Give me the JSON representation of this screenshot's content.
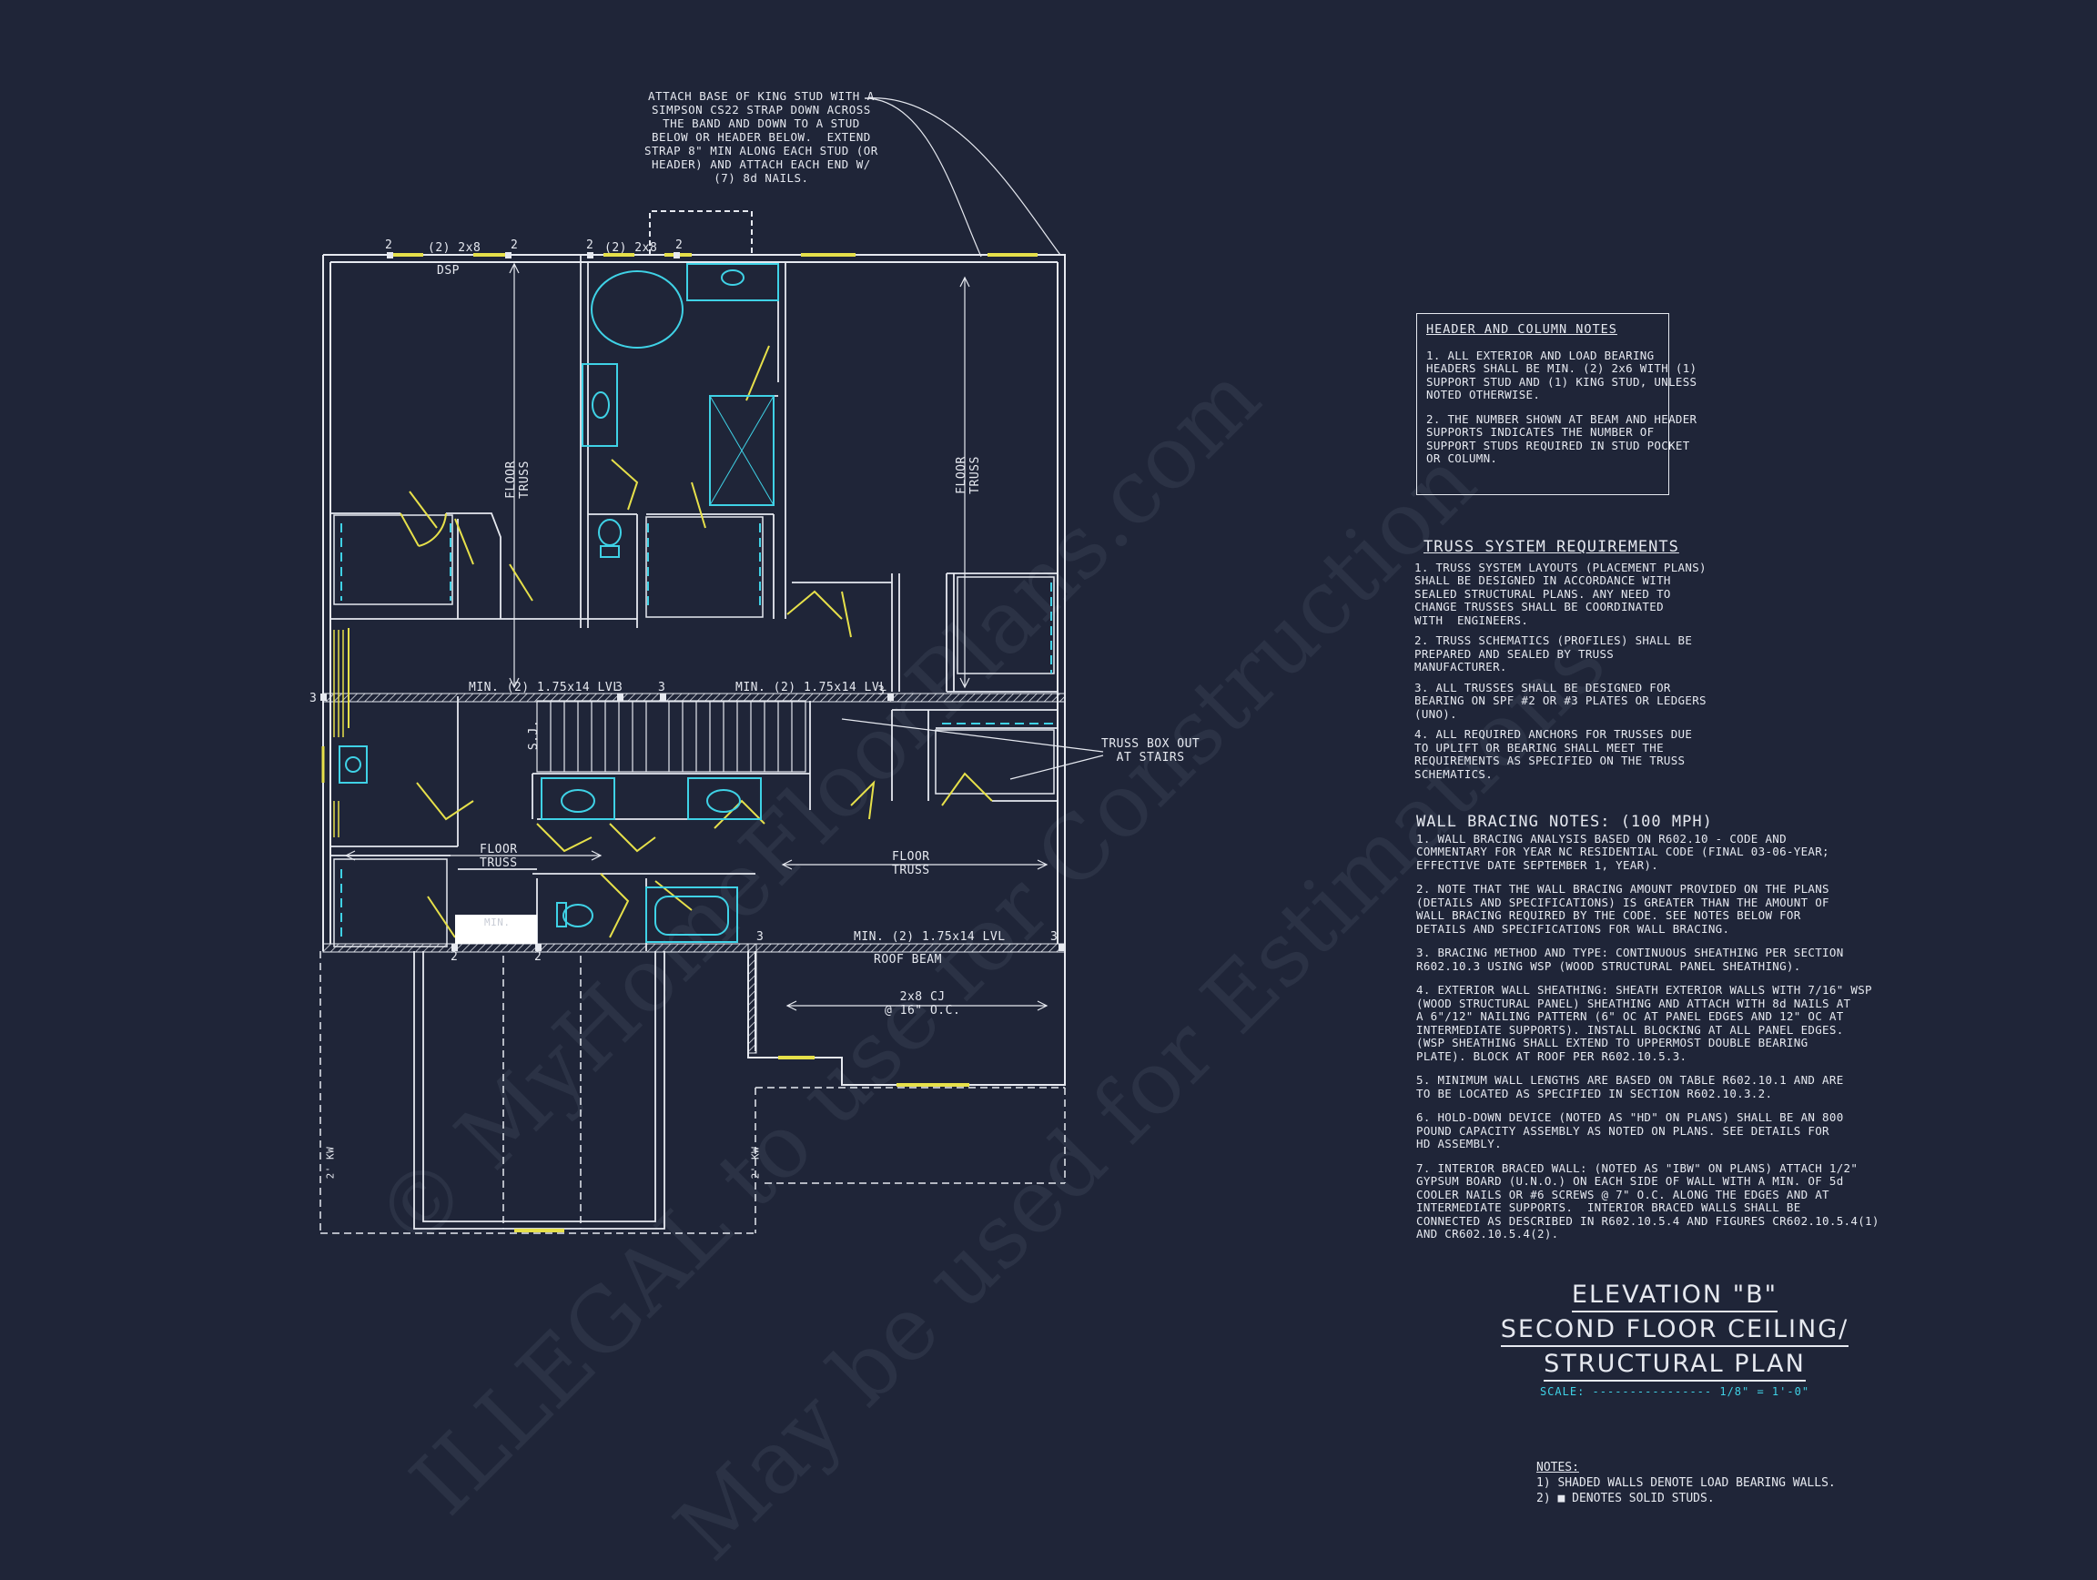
{
  "watermarks": {
    "line1": "© MyHomeFloorPlans.com",
    "line2": "ILLEGAL to use for Construction",
    "line3": "May be used for Estimations"
  },
  "callouts": {
    "king_stud": "ATTACH BASE OF KING STUD WITH A\nSIMPSON CS22 STRAP DOWN ACROSS\nTHE BAND AND DOWN TO A STUD\nBELOW OR HEADER BELOW.  EXTEND\nSTRAP 8\" MIN ALONG EACH STUD (OR\nHEADER) AND ATTACH EACH END W/\n(7) 8d NAILS.",
    "truss_box": "TRUSS BOX OUT\nAT STAIRS"
  },
  "plan_labels": {
    "header_top_left": "(2) 2x8",
    "header_top_mid": "(2) 2x8",
    "dsp": "DSP",
    "num_2": "2",
    "num_3": "3",
    "floor_truss_vertical": "FLOOR\nTRUSS",
    "floor_truss_horizontal": "FLOOR\nTRUSS",
    "lvl_1": "MIN. (2) 1.75x14 LVL",
    "lvl_2": "MIN. (2) 1.75x14 LVL",
    "lvl_3": "MIN. (2) 1.75x14 LVL",
    "roof_beam": "ROOF BEAM",
    "ceiling_joist": "2x8 CJ\n@ 16\" O.C.",
    "kneewall": "2' KW",
    "sj": "S.J.",
    "min_label": "MIN."
  },
  "header_notes": {
    "title": "HEADER AND COLUMN NOTES",
    "items": [
      "1. ALL EXTERIOR AND LOAD BEARING\nHEADERS SHALL BE MIN. (2) 2x6 WITH (1)\nSUPPORT STUD AND (1) KING STUD, UNLESS\nNOTED OTHERWISE.",
      "2. THE NUMBER SHOWN AT BEAM AND HEADER\nSUPPORTS INDICATES THE NUMBER OF\nSUPPORT STUDS REQUIRED IN STUD POCKET\nOR COLUMN."
    ]
  },
  "truss_notes": {
    "title": "TRUSS SYSTEM REQUIREMENTS",
    "items": [
      "1. TRUSS SYSTEM LAYOUTS (PLACEMENT PLANS)\nSHALL BE DESIGNED IN ACCORDANCE WITH\nSEALED STRUCTURAL PLANS. ANY NEED TO\nCHANGE TRUSSES SHALL BE COORDINATED\nWITH  ENGINEERS.",
      "2. TRUSS SCHEMATICS (PROFILES) SHALL BE\nPREPARED AND SEALED BY TRUSS\nMANUFACTURER.",
      "3. ALL TRUSSES SHALL BE DESIGNED FOR\nBEARING ON SPF #2 OR #3 PLATES OR LEDGERS\n(UNO).",
      "4. ALL REQUIRED ANCHORS FOR TRUSSES DUE\nTO UPLIFT OR BEARING SHALL MEET THE\nREQUIREMENTS AS SPECIFIED ON THE TRUSS\nSCHEMATICS."
    ]
  },
  "bracing_notes": {
    "title": "WALL BRACING NOTES: (100 MPH)",
    "items": [
      "1. WALL BRACING ANALYSIS BASED ON R602.10 - CODE AND\nCOMMENTARY FOR YEAR NC RESIDENTIAL CODE (FINAL 03-06-YEAR;\nEFFECTIVE DATE SEPTEMBER 1, YEAR).",
      "2. NOTE THAT THE WALL BRACING AMOUNT PROVIDED ON THE PLANS\n(DETAILS AND SPECIFICATIONS) IS GREATER THAN THE AMOUNT OF\nWALL BRACING REQUIRED BY THE CODE. SEE NOTES BELOW FOR\nDETAILS AND SPECIFICATIONS FOR WALL BRACING.",
      "3. BRACING METHOD AND TYPE: CONTINUOUS SHEATHING PER SECTION\nR602.10.3 USING WSP (WOOD STRUCTURAL PANEL SHEATHING).",
      "4. EXTERIOR WALL SHEATHING: SHEATH EXTERIOR WALLS WITH 7/16\" WSP\n(WOOD STRUCTURAL PANEL) SHEATHING AND ATTACH WITH 8d NAILS AT\nA 6\"/12\" NAILING PATTERN (6\" OC AT PANEL EDGES AND 12\" OC AT\nINTERMEDIATE SUPPORTS). INSTALL BLOCKING AT ALL PANEL EDGES.\n(WSP SHEATHING SHALL EXTEND TO UPPERMOST DOUBLE BEARING\nPLATE). BLOCK AT ROOF PER R602.10.5.3.",
      "5. MINIMUM WALL LENGTHS ARE BASED ON TABLE R602.10.1 AND ARE\nTO BE LOCATED AS SPECIFIED IN SECTION R602.10.3.2.",
      "6. HOLD-DOWN DEVICE (NOTED AS \"HD\" ON PLANS) SHALL BE AN 800\nPOUND CAPACITY ASSEMBLY AS NOTED ON PLANS. SEE DETAILS FOR\nHD ASSEMBLY.",
      "7. INTERIOR BRACED WALL: (NOTED AS \"IBW\" ON PLANS) ATTACH 1/2\"\nGYPSUM BOARD (U.N.O.) ON EACH SIDE OF WALL WITH A MIN. OF 5d\nCOOLER NAILS OR #6 SCREWS @ 7\" O.C. ALONG THE EDGES AND AT\nINTERMEDIATE SUPPORTS.  INTERIOR BRACED WALLS SHALL BE\nCONNECTED AS DESCRIBED IN R602.10.5.4 AND FIGURES CR602.10.5.4(1)\nAND CR602.10.5.4(2)."
    ]
  },
  "title_block": {
    "line1": "ELEVATION \"B\"",
    "line2": "SECOND FLOOR CEILING/",
    "line3": "STRUCTURAL PLAN",
    "scale": "SCALE: ---------------- 1/8\" = 1'-0\""
  },
  "bottom_notes": {
    "title": "NOTES:",
    "item1": "1) SHADED WALLS DENOTE LOAD BEARING WALLS.",
    "item2": "2) ■ DENOTES SOLID STUDS."
  },
  "colors": {
    "background": "#1f2538",
    "line": "#e6e9f0",
    "fixture": "#3fd2e6",
    "door": "#e6e04a"
  }
}
